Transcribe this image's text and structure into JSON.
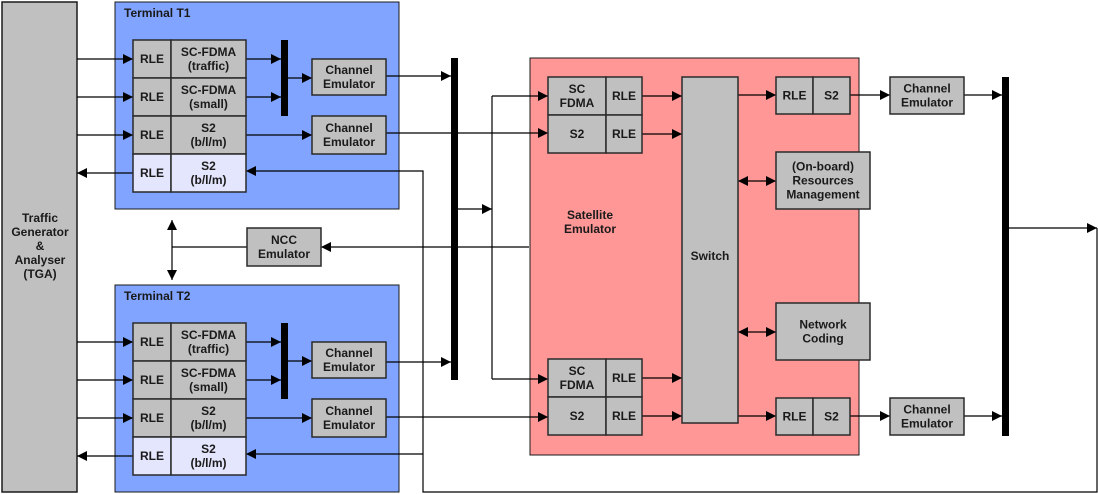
{
  "tga": {
    "lines": [
      "Traffic",
      "Generator",
      "&",
      "Analyser",
      "(TGA)"
    ]
  },
  "terminals": [
    {
      "title": "Terminal T1",
      "rows": [
        {
          "rle": "RLE",
          "mod": [
            "SC-FDMA",
            "(traffic)"
          ],
          "direction": "tx"
        },
        {
          "rle": "RLE",
          "mod": [
            "SC-FDMA",
            "(small)"
          ],
          "direction": "tx"
        },
        {
          "rle": "RLE",
          "mod": [
            "S2",
            "(b/l/m)"
          ],
          "direction": "tx"
        },
        {
          "rle": "RLE",
          "mod": [
            "S2",
            "(b/l/m)"
          ],
          "direction": "rx"
        }
      ],
      "channel_emulators": [
        [
          "Channel",
          "Emulator"
        ],
        [
          "Channel",
          "Emulator"
        ]
      ]
    },
    {
      "title": "Terminal T2",
      "rows": [
        {
          "rle": "RLE",
          "mod": [
            "SC-FDMA",
            "(traffic)"
          ],
          "direction": "tx"
        },
        {
          "rle": "RLE",
          "mod": [
            "SC-FDMA",
            "(small)"
          ],
          "direction": "tx"
        },
        {
          "rle": "RLE",
          "mod": [
            "S2",
            "(b/l/m)"
          ],
          "direction": "tx"
        },
        {
          "rle": "RLE",
          "mod": [
            "S2",
            "(b/l/m)"
          ],
          "direction": "rx"
        }
      ],
      "channel_emulators": [
        [
          "Channel",
          "Emulator"
        ],
        [
          "Channel",
          "Emulator"
        ]
      ]
    }
  ],
  "ncc": {
    "lines": [
      "NCC",
      "Emulator"
    ]
  },
  "satellite": {
    "title": [
      "Satellite",
      "Emulator"
    ],
    "switch": "Switch",
    "input_groups": [
      {
        "rows": [
          {
            "mod": [
              "SC",
              "FDMA"
            ],
            "rle": "RLE"
          },
          {
            "mod": [
              "S2"
            ],
            "rle": "RLE"
          }
        ]
      },
      {
        "rows": [
          {
            "mod": [
              "SC",
              "FDMA"
            ],
            "rle": "RLE"
          },
          {
            "mod": [
              "S2"
            ],
            "rle": "RLE"
          }
        ]
      }
    ],
    "output_chains": [
      {
        "rle": "RLE",
        "mod": "S2",
        "emulator": [
          "Channel",
          "Emulator"
        ]
      },
      {
        "rle": "RLE",
        "mod": "S2",
        "emulator": [
          "Channel",
          "Emulator"
        ]
      }
    ],
    "resources": [
      "(On-board)",
      "Resources",
      "Management"
    ],
    "network_coding": [
      "Network",
      "Coding"
    ]
  },
  "colors": {
    "terminal_bg": "#80a4ff",
    "satellite_bg": "#ff9797",
    "block_bg": "#c0c0c0",
    "rx_block_bg": "#e4e6fd"
  }
}
